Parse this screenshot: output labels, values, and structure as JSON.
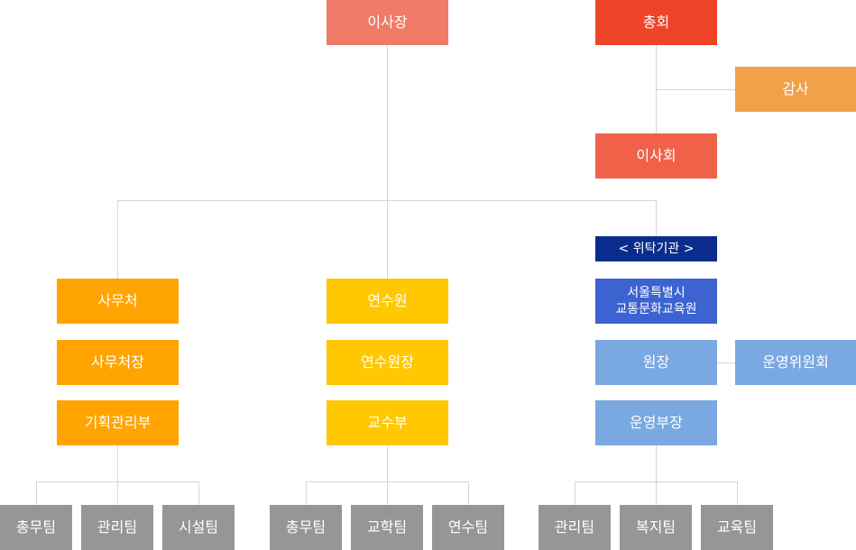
{
  "colors": {
    "chairman": "#f07a68",
    "general_assembly": "#ee4428",
    "auditor": "#f3a04b",
    "board": "#f0614a",
    "secretariat": "#ffa400",
    "training": "#ffc800",
    "trustee_label": "#0a2d8d",
    "trustee_institute": "#3d63d0",
    "institute_staff": "#7aa8e0",
    "team": "#969696",
    "connector": "#d6d6d6"
  },
  "top": {
    "chairman": "이사장",
    "general_assembly": "총회",
    "auditor": "감사",
    "board": "이사회"
  },
  "secretariat": {
    "office": "사무처",
    "head": "사무처장",
    "dept": "기획관리부",
    "teams": [
      "총무팀",
      "관리팀",
      "시설팀"
    ]
  },
  "training": {
    "institute": "연수원",
    "director": "연수원장",
    "dept": "교수부",
    "teams": [
      "총무팀",
      "교학팀",
      "연수팀"
    ]
  },
  "trustee": {
    "label": "< 위탁기관 >",
    "institute_line1": "서울특별시",
    "institute_line2": "교통문화교육원",
    "director": "원장",
    "committee": "운영위원회",
    "dept": "운영부장",
    "teams": [
      "관리팀",
      "복지팀",
      "교육팀"
    ]
  }
}
